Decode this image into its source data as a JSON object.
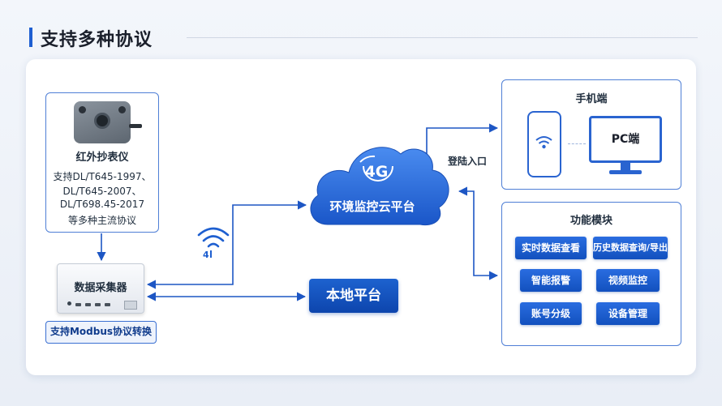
{
  "page": {
    "title": "支持多种协议"
  },
  "meter": {
    "name": "红外抄表仪",
    "desc_lines": [
      "支持DL/T645-1997、",
      "DL/T645-2007、",
      "DL/T698.45-2017",
      "等多种主流协议"
    ]
  },
  "collector": {
    "label": "数据采集器",
    "brand": ""
  },
  "modbus": {
    "label": "支持Modbus协议转换"
  },
  "cloud": {
    "badge": "4G",
    "label": "环境监控云平台"
  },
  "local": {
    "label": "本地平台"
  },
  "login": {
    "label": "登陆入口"
  },
  "mobile": {
    "title": "手机端",
    "pc_label": "PC端"
  },
  "functions": {
    "title": "功能模块",
    "items": [
      "实时数据查看",
      "历史数据查询/导出",
      "智能报警",
      "视频监控",
      "账号分级",
      "设备管理"
    ]
  },
  "colors": {
    "primary": "#1f5fd1",
    "border": "#4f7fd6",
    "cloud": "#2a6fe0",
    "arrow": "#1d56c4"
  },
  "icons": {
    "wifi": "wifi-signal-icon",
    "phone": "smartphone-icon",
    "pc": "monitor-icon"
  }
}
